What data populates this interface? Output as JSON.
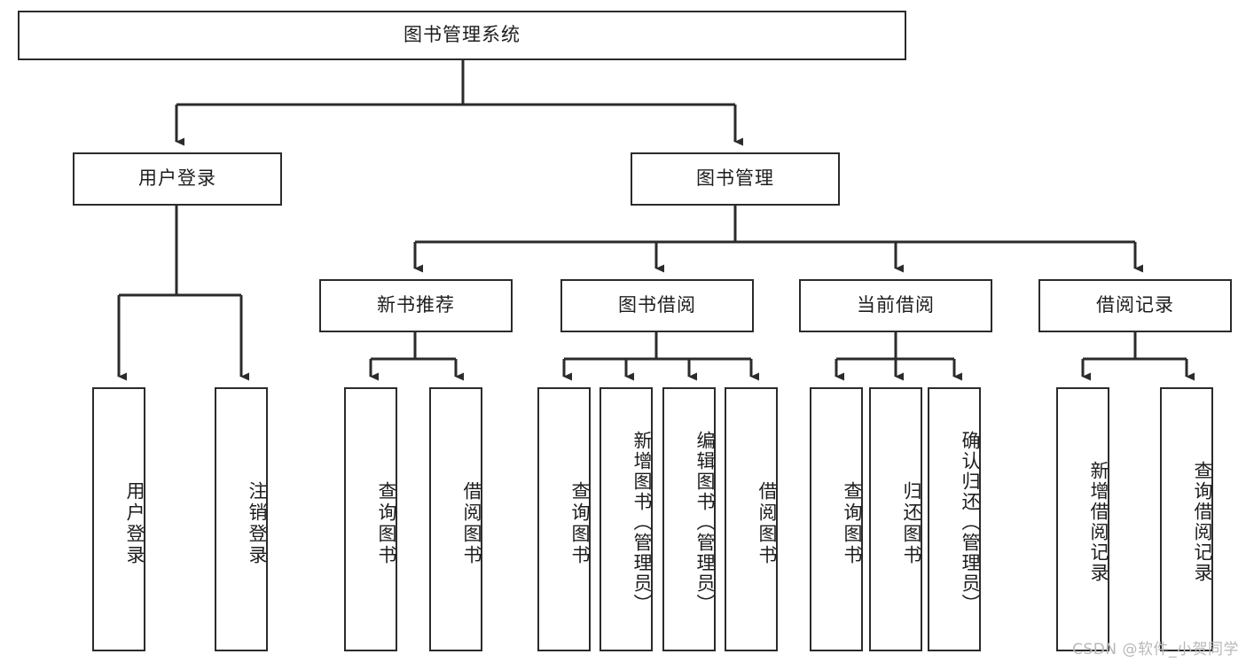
{
  "diagram": {
    "title": "图书管理系统",
    "type": "tree-hierarchy",
    "watermark": "CSDN @软件_小贺同学",
    "colors": {
      "border": "#2b2b2b",
      "text": "#1d1d1d",
      "background": "#ffffff",
      "watermark": "#b9b9b9"
    },
    "root": {
      "label": "图书管理系统"
    },
    "level2": [
      {
        "id": "user-login",
        "label": "用户登录"
      },
      {
        "id": "book-manage",
        "label": "图书管理"
      }
    ],
    "level3": [
      {
        "id": "new-book-recommend",
        "label": "新书推荐"
      },
      {
        "id": "book-borrow",
        "label": "图书借阅"
      },
      {
        "id": "current-borrow",
        "label": "当前借阅"
      },
      {
        "id": "borrow-record",
        "label": "借阅记录"
      }
    ],
    "leaves": {
      "user_login": [
        {
          "id": "leaf-user-login",
          "label": "用户登录"
        },
        {
          "id": "leaf-logout-login",
          "label": "注销登录"
        }
      ],
      "new_book_recommend": [
        {
          "id": "leaf-query-book-1",
          "label": "查询图书"
        },
        {
          "id": "leaf-borrow-book-1",
          "label": "借阅图书"
        }
      ],
      "book_borrow": [
        {
          "id": "leaf-query-book-2",
          "label": "查询图书"
        },
        {
          "id": "leaf-add-book",
          "label": "新增图书（管理员）"
        },
        {
          "id": "leaf-edit-book",
          "label": "编辑图书（管理员）"
        },
        {
          "id": "leaf-borrow-book-2",
          "label": "借阅图书"
        }
      ],
      "current_borrow": [
        {
          "id": "leaf-query-book-3",
          "label": "查询图书"
        },
        {
          "id": "leaf-return-book",
          "label": "归还图书"
        },
        {
          "id": "leaf-confirm-return",
          "label": "确认归还（管理员）"
        }
      ],
      "borrow_record": [
        {
          "id": "leaf-add-record",
          "label": "新增借阅记录"
        },
        {
          "id": "leaf-query-record",
          "label": "查询借阅记录"
        }
      ]
    }
  }
}
